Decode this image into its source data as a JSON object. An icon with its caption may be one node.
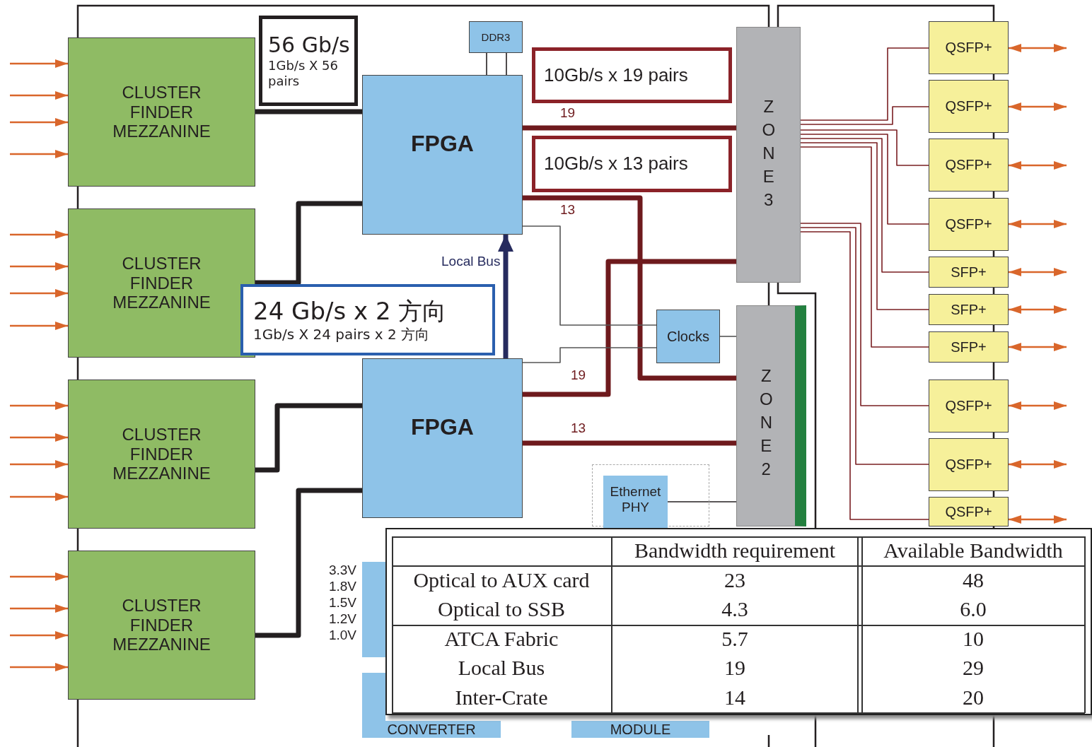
{
  "diagram": {
    "nodes": [
      {
        "text": [
          "CLUSTER FINDER MEZZANINE"
        ]
      },
      {
        "text": [
          "CLUSTER FINDER MEZZANINE"
        ]
      },
      {
        "text": [
          "CLUSTER FINDER MEZZANINE"
        ]
      },
      {
        "text": [
          "CLUSTER FINDER MEZZANINE"
        ]
      },
      {
        "text": [
          "FPGA"
        ]
      },
      {
        "text": [
          "FPGA"
        ]
      },
      {
        "text": [
          "DDR3"
        ]
      },
      {
        "text": [
          "ZONE3"
        ]
      },
      {
        "text": [
          "ZONE2"
        ]
      },
      {
        "text": [
          "Clocks"
        ]
      },
      {
        "text": [],
        "shape": "box"
      },
      {
        "text": [
          "Ethernet PHY"
        ],
        "in": 10
      },
      {
        "text": [],
        "shape": "box",
        "beside": [
          "3.3V",
          "1.8V",
          "1.5V",
          "1.2V",
          "1.0V"
        ]
      },
      {
        "text": [
          "CONVERTER"
        ]
      },
      {
        "text": [
          "MODULE"
        ]
      },
      {
        "text": [
          "QSFP+"
        ]
      },
      {
        "text": [
          "QSFP+"
        ]
      },
      {
        "text": [
          "QSFP+"
        ]
      },
      {
        "text": [
          "QSFP+"
        ]
      },
      {
        "text": [
          "SFP+"
        ]
      },
      {
        "text": [
          "SFP+"
        ]
      },
      {
        "text": [
          "SFP+"
        ]
      },
      {
        "text": [
          "QSFP+"
        ]
      },
      {
        "text": [
          "QSFP+"
        ]
      },
      {
        "text": [
          "QSFP+"
        ]
      },
      {
        "text": [
          "56 Gb/s",
          "1Gb/s X 56 pairs"
        ]
      },
      {
        "text": [
          "10Gb/s x 19 pairs"
        ]
      },
      {
        "text": [
          "10Gb/s x 13 pairs"
        ]
      },
      {
        "text": [
          "24 Gb/s x 2 方向",
          "1Gb/s X 24 pairs x 2 方向"
        ]
      }
    ],
    "edges": [
      {
        "from": null,
        "to": 0,
        "arrow": "to"
      },
      {
        "from": null,
        "to": 0,
        "arrow": "to"
      },
      {
        "from": null,
        "to": 0,
        "arrow": "to"
      },
      {
        "from": null,
        "to": 0,
        "arrow": "to"
      },
      {
        "from": null,
        "to": 1,
        "arrow": "to"
      },
      {
        "from": null,
        "to": 1,
        "arrow": "to"
      },
      {
        "from": null,
        "to": 1,
        "arrow": "to"
      },
      {
        "from": null,
        "to": 1,
        "arrow": "to"
      },
      {
        "from": null,
        "to": 2,
        "arrow": "to"
      },
      {
        "from": null,
        "to": 2,
        "arrow": "to"
      },
      {
        "from": null,
        "to": 2,
        "arrow": "to"
      },
      {
        "from": null,
        "to": 2,
        "arrow": "to"
      },
      {
        "from": null,
        "to": 3,
        "arrow": "to"
      },
      {
        "from": null,
        "to": 3,
        "arrow": "to"
      },
      {
        "from": null,
        "to": 3,
        "arrow": "to"
      },
      {
        "from": null,
        "to": 3,
        "arrow": "to"
      },
      {
        "from": 0,
        "to": 4,
        "arrow": "none",
        "style": "thick",
        "color": "#231f20"
      },
      {
        "from": 1,
        "to": 4,
        "arrow": "none",
        "style": "thick",
        "color": "#231f20"
      },
      {
        "from": 2,
        "to": 5,
        "arrow": "none",
        "style": "thick",
        "color": "#231f20"
      },
      {
        "from": 3,
        "to": 5,
        "arrow": "none",
        "style": "thick",
        "color": "#231f20"
      },
      {
        "from": 6,
        "to": 4,
        "arrow": "none",
        "color": "#231f20"
      },
      {
        "from": 6,
        "to": 4,
        "arrow": "none",
        "color": "#231f20"
      },
      {
        "from": 4,
        "to": 7,
        "arrow": "none",
        "label": "19",
        "style": "thick",
        "color": "#6e1a1d"
      },
      {
        "from": 4,
        "to": 8,
        "arrow": "none",
        "label": "13",
        "style": "thick",
        "color": "#6e1a1d"
      },
      {
        "from": 5,
        "to": 7,
        "arrow": "none",
        "label": "19",
        "style": "thick",
        "color": "#6e1a1d"
      },
      {
        "from": 5,
        "to": 8,
        "arrow": "none",
        "label": "13",
        "style": "thick",
        "color": "#6e1a1d"
      },
      {
        "from": 5,
        "to": 4,
        "arrow": "to",
        "label": "Local Bus",
        "style": "thick",
        "color": "#262b5e"
      },
      {
        "from": 4,
        "to": 9,
        "arrow": "none",
        "color": "#555555"
      },
      {
        "from": 5,
        "to": 9,
        "arrow": "none",
        "color": "#555555"
      },
      {
        "from": 9,
        "to": 8,
        "arrow": "none",
        "color": "#555555"
      },
      {
        "from": 11,
        "to": 8,
        "arrow": "none",
        "color": "#231f20"
      },
      {
        "from": 7,
        "to": 15,
        "arrow": "none",
        "color": "#7a1f22"
      },
      {
        "from": 7,
        "to": 16,
        "arrow": "none",
        "color": "#7a1f22"
      },
      {
        "from": 7,
        "to": 17,
        "arrow": "none",
        "color": "#7a1f22"
      },
      {
        "from": 7,
        "to": 18,
        "arrow": "none",
        "color": "#7a1f22"
      },
      {
        "from": 7,
        "to": 19,
        "arrow": "none",
        "color": "#7a1f22"
      },
      {
        "from": 7,
        "to": 20,
        "arrow": "none",
        "color": "#7a1f22"
      },
      {
        "from": 7,
        "to": 21,
        "arrow": "none",
        "color": "#7a1f22"
      },
      {
        "from": 7,
        "to": 22,
        "arrow": "none",
        "color": "#7a1f22"
      },
      {
        "from": 7,
        "to": 23,
        "arrow": "none",
        "color": "#7a1f22"
      },
      {
        "from": 7,
        "to": 24,
        "arrow": "none",
        "color": "#7a1f22"
      },
      {
        "from": 15,
        "to": null,
        "arrow": "both"
      },
      {
        "from": 16,
        "to": null,
        "arrow": "both"
      },
      {
        "from": 17,
        "to": null,
        "arrow": "both"
      },
      {
        "from": 18,
        "to": null,
        "arrow": "both"
      },
      {
        "from": 19,
        "to": null,
        "arrow": "both"
      },
      {
        "from": 20,
        "to": null,
        "arrow": "both"
      },
      {
        "from": 21,
        "to": null,
        "arrow": "both"
      },
      {
        "from": 22,
        "to": null,
        "arrow": "both"
      },
      {
        "from": 23,
        "to": null,
        "arrow": "both"
      },
      {
        "from": 24,
        "to": null,
        "arrow": "both"
      }
    ],
    "labels": [
      "Bandwidth requirement",
      "Available Bandwidth",
      "Optical to AUX card",
      "23",
      "48",
      "Optical to SSB",
      "4.3",
      "6.0",
      "ATCA Fabric",
      "5.7",
      "10",
      "Local Bus",
      "19",
      "29",
      "Inter-Crate",
      "14",
      "20"
    ]
  }
}
